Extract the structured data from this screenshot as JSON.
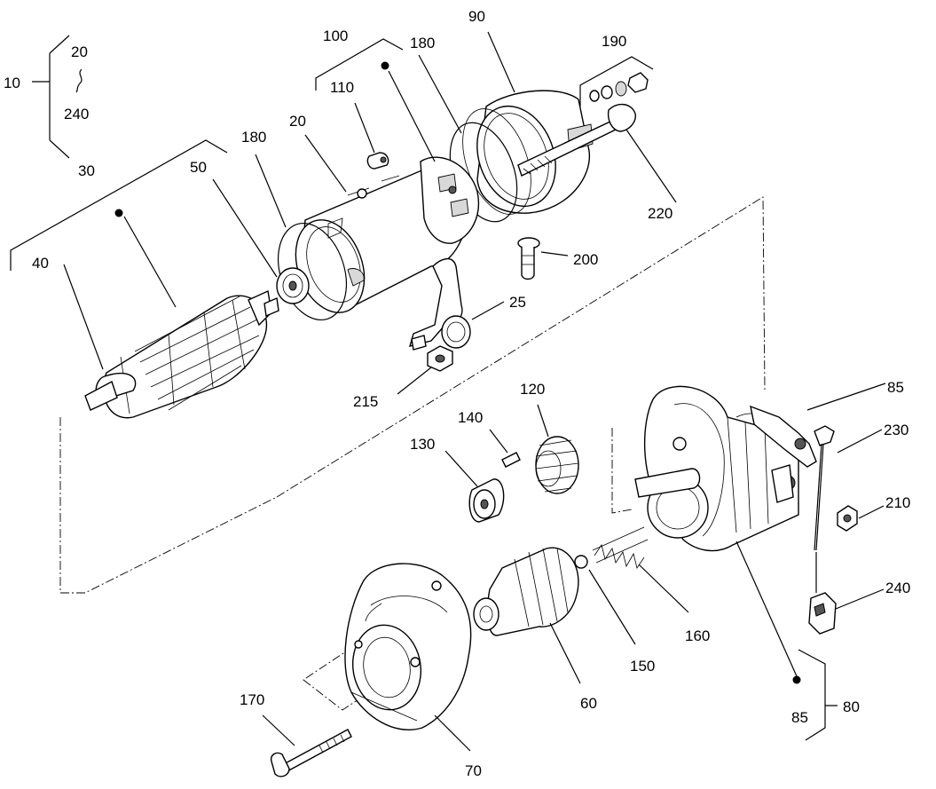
{
  "labels": {
    "l10": "10",
    "l20a": "20",
    "l240a": "240",
    "l100": "100",
    "l110": "110",
    "l180a": "180",
    "l90": "90",
    "l190": "190",
    "l30": "30",
    "l180b": "180",
    "l20b": "20",
    "l50": "50",
    "l40": "40",
    "l220": "220",
    "l200": "200",
    "l25": "25",
    "l215": "215",
    "l85a": "85",
    "l230": "230",
    "l140": "140",
    "l120": "120",
    "l130": "130",
    "l210": "210",
    "l240b": "240",
    "l160": "160",
    "l150": "150",
    "l170": "170",
    "l60": "60",
    "l70": "70",
    "l85b": "85",
    "l80": "80"
  }
}
